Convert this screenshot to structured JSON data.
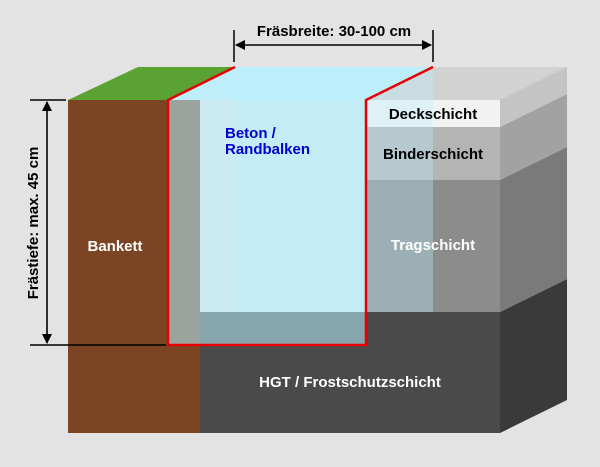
{
  "labels": {
    "width_dimension": "Fräsbreite: 30-100 cm",
    "depth_dimension": "Frästiefe: max. 45 cm",
    "concrete_line1": "Beton /",
    "concrete_line2": "Randbalken",
    "verge": "Bankett",
    "surface_course": "Deckschicht",
    "binder_course": "Binderschicht",
    "base_course": "Tragschicht",
    "subbase": "HGT / Frostschutzschicht"
  },
  "colors": {
    "background": "#e3e3e3",
    "verge_brown": "#7b4524",
    "grass_green": "#5aa332",
    "surface_white": "#f2f2f2",
    "binder_gray": "#b4b4b4",
    "base_gray": "#8c8c8c",
    "subbase_dark": "#4a4a4a",
    "concrete_cyan": "#b8f0ff",
    "cut_outline_red": "#e60000",
    "concrete_label_blue": "#0000cc"
  }
}
